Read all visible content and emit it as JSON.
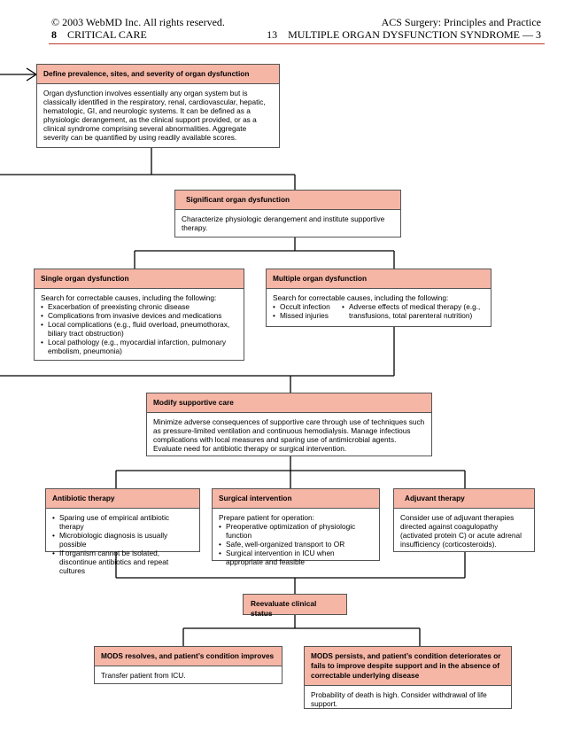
{
  "header": {
    "copyright": "© 2003 WebMD Inc. All rights reserved.",
    "section_number": "8",
    "section_title": "CRITICAL CARE",
    "book_title": "ACS Surgery: Principles and Practice",
    "chapter_number": "13",
    "chapter_title": "MULTIPLE ORGAN DYSFUNCTION SYNDROME",
    "page_separator": "—",
    "page_number": "3"
  },
  "flowchart": {
    "define": {
      "title": "Define prevalence, sites, and severity of organ dysfunction",
      "body": "Organ dysfunction involves essentially any organ system but is classically identified in the respiratory, renal, cardiovascular, hepatic, hematologic, GI, and neurologic systems. It can be defined as a physiologic derangement, as the clinical support provided, or as a clinical syndrome comprising several abnormalities. Aggregate severity can be quantified by using readily available scores."
    },
    "significant": {
      "title": "Significant organ dysfunction",
      "body": "Characterize physiologic derangement and institute supportive therapy."
    },
    "single": {
      "title": "Single organ dysfunction",
      "intro": "Search for correctable causes, including the following:",
      "items": [
        "Exacerbation of preexisting chronic disease",
        "Complications from invasive devices and medications",
        "Local complications (e.g., fluid overload, pneumothorax, biliary tract obstruction)",
        "Local pathology (e.g., myocardial infarction, pulmonary embolism, pneumonia)"
      ]
    },
    "multiple": {
      "title": "Multiple organ dysfunction",
      "intro": "Search for correctable causes, including the following:",
      "items_left": [
        "Occult infection",
        "Missed injuries"
      ],
      "items_right": [
        "Adverse effects of medical therapy (e.g., transfusions, total parenteral nutrition)"
      ]
    },
    "modify": {
      "title": "Modify supportive care",
      "body": "Minimize adverse consequences of supportive care through use of techniques such as pressure-limited ventilation and continuous hemodialysis. Manage infectious complications with local measures and sparing use of antimicrobial agents. Evaluate need for antibiotic therapy or surgical intervention."
    },
    "antibiotic": {
      "title": "Antibiotic therapy",
      "items": [
        "Sparing use of empirical antibiotic therapy",
        "Microbiologic diagnosis is usually possible",
        "If organism cannot be isolated, discontinue antibiotics and repeat cultures"
      ]
    },
    "surgical": {
      "title": "Surgical intervention",
      "intro": "Prepare patient for operation:",
      "items": [
        "Preoperative optimization of physiologic function",
        "Safe, well-organized transport to OR",
        "Surgical intervention in ICU when appropriate and feasible"
      ]
    },
    "adjuvant": {
      "title": "Adjuvant therapy",
      "body": "Consider use of adjuvant therapies directed against coagulopathy (activated protein C) or acute adrenal insufficiency (corticosteroids)."
    },
    "reevaluate": {
      "title": "Reevaluate clinical status"
    },
    "resolves": {
      "title": "MODS resolves, and patient’s condition improves",
      "body": "Transfer patient from ICU."
    },
    "persists": {
      "title": "MODS persists, and patient’s condition deteriorates or fails to improve despite support and in the absence of correctable underlying disease",
      "body": "Probability of death is high. Consider withdrawal of life support."
    }
  },
  "colors": {
    "box_header_fill": "#f5b6a6",
    "header_rule": "#c0392b",
    "connector": "#000000"
  }
}
